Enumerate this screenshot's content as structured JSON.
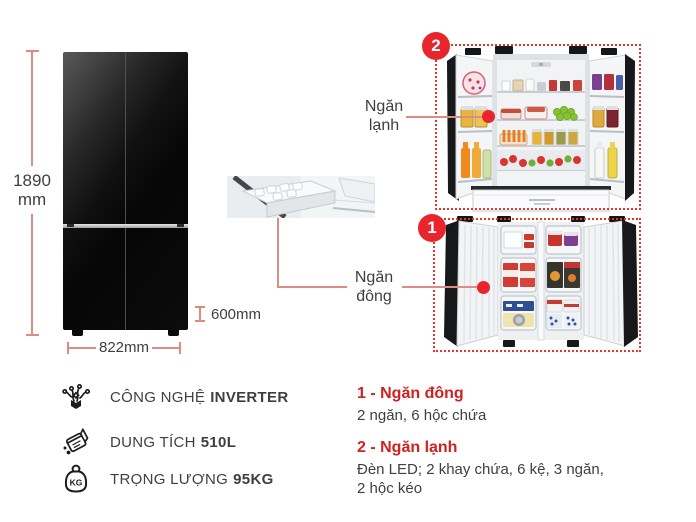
{
  "colors": {
    "accent_red": "#e8242c",
    "dashed_red": "#e5342b",
    "heading_red": "#d1201f",
    "dimension_line": "#dd8b83",
    "body_text": "#3f3f3f"
  },
  "dimensions": {
    "height_value": "1890",
    "height_unit": "mm",
    "width_label": "822mm",
    "depth_label": "600mm"
  },
  "callouts": {
    "fresh": {
      "badge": "2",
      "label_line1": "Ngăn",
      "label_line2": "lạnh"
    },
    "freezer": {
      "badge": "1",
      "label_line1": "Ngăn",
      "label_line2": "đông"
    }
  },
  "features": [
    {
      "icon": "inverter-icon",
      "label": "CÔNG NGHỆ",
      "value": "INVERTER"
    },
    {
      "icon": "capacity-icon",
      "label": "DUNG TÍCH",
      "value": "510L"
    },
    {
      "icon": "weight-icon",
      "icon_text": "KG",
      "label": "TRỌNG LƯỢNG",
      "value": "95KG"
    }
  ],
  "specs": [
    {
      "heading": "1 - Ngăn đông",
      "lines": [
        "2 ngăn, 6 hộc chứa"
      ]
    },
    {
      "heading": "2 - Ngăn lạnh",
      "lines": [
        "Đèn LED; 2 khay chứa, 6 kệ, 3 ngăn,",
        "2 hộc kéo"
      ]
    }
  ]
}
